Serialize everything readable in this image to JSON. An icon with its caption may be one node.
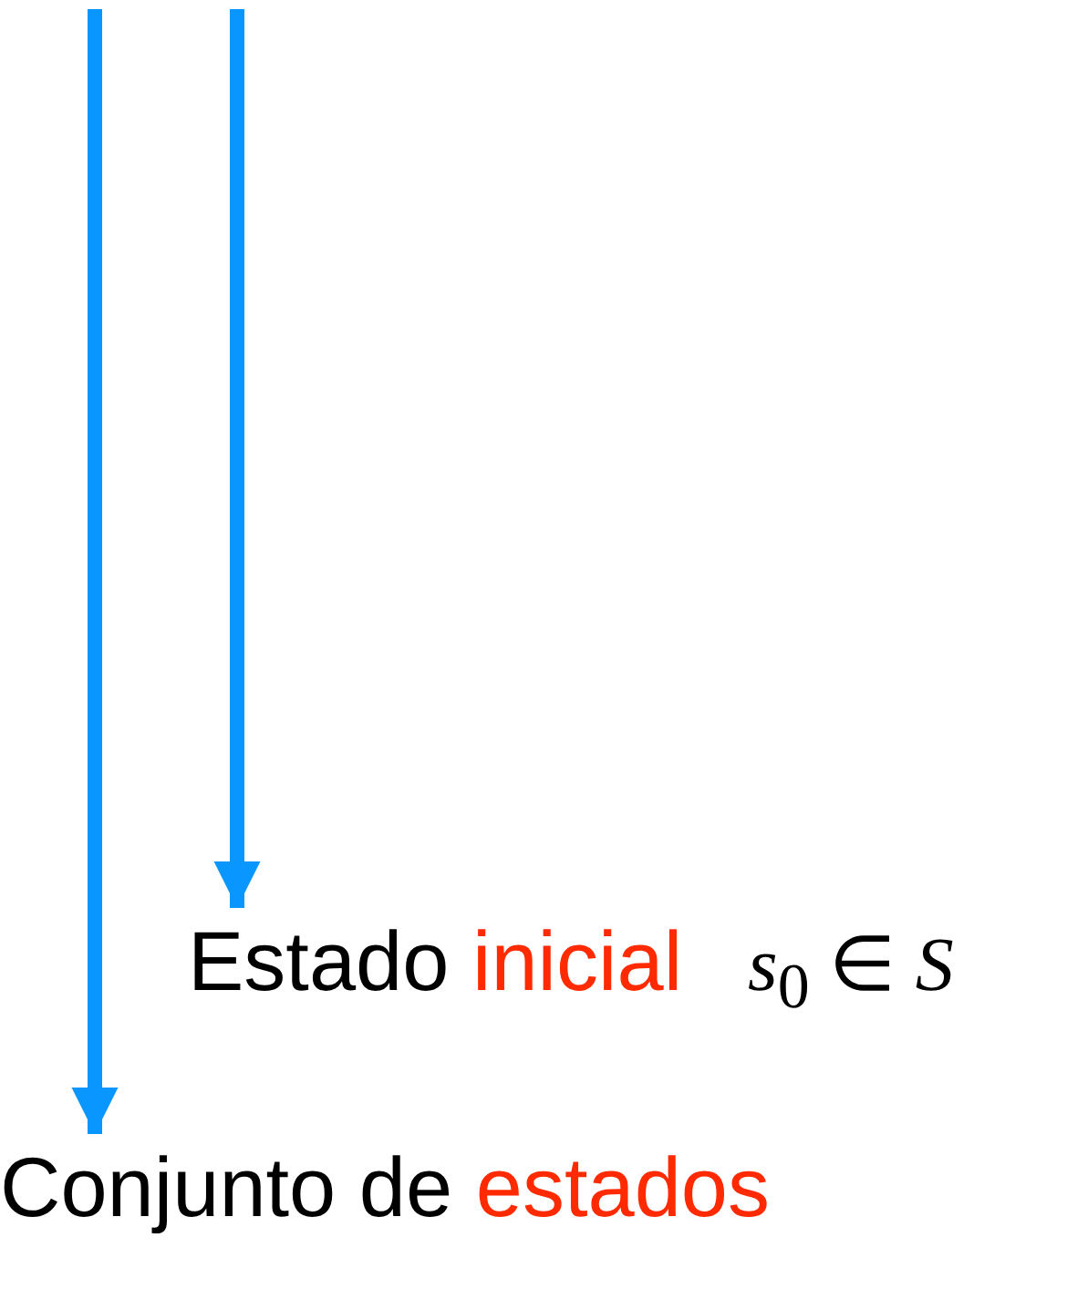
{
  "diagram": {
    "nodes": [
      {
        "text": [
          "Estado inicial",
          "*s*$_{0}$ ∈ *S*"
        ]
      },
      {
        "text": [
          "Conjunto de estados"
        ]
      }
    ],
    "edges": [
      {
        "from": null,
        "to": 1,
        "arrow": "to"
      },
      {
        "from": null,
        "to": 0,
        "arrow": "to"
      }
    ]
  }
}
